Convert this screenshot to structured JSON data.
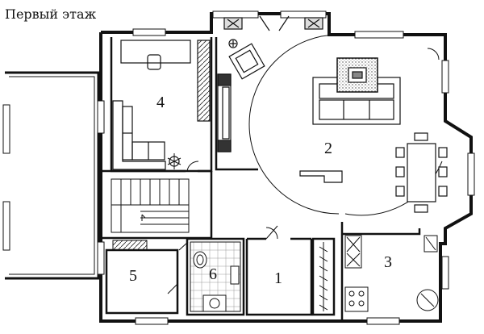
{
  "title": "Первый этаж",
  "rooms": [
    {
      "number": "1"
    },
    {
      "number": "2"
    },
    {
      "number": "3"
    },
    {
      "number": "4"
    },
    {
      "number": "5"
    },
    {
      "number": "6"
    }
  ]
}
